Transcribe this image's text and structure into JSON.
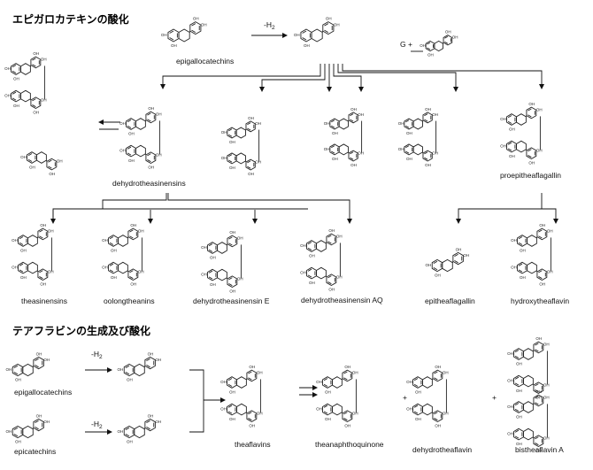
{
  "titles": {
    "section1": "エピガロカテキンの酸化",
    "section2": "テアフラビンの生成及び酸化"
  },
  "reagents": {
    "minus_h2": "-H",
    "h2_sub": "2",
    "g_plus": "G +"
  },
  "compounds": {
    "epigallocatechins": "epigallocatechins",
    "dehydrotheasinensins": "dehydrotheasinensins",
    "proepitheaflagallin": "proepitheaflagallin",
    "theasinensins": "theasinensins",
    "oolongtheanins": "oolongtheanins",
    "dehydrotheasinensin_e": "dehydrotheasinensin E",
    "dehydrotheasinensin_aq": "dehydrotheasinensin AQ",
    "epitheaflagallin": "epitheaflagallin",
    "hydroxytheaflavin": "hydroxytheaflavin",
    "epigallocatechins2": "epigallocatechins",
    "epicatechins": "epicatechins",
    "theaflavins": "theaflavins",
    "theanaphthoquinone": "theanaphthoquinone",
    "dehydrotheaflavin": "dehydrotheaflavin",
    "bistheaflavin_a": "bistheaflavin  A"
  },
  "symbols": {
    "plus": "+"
  }
}
